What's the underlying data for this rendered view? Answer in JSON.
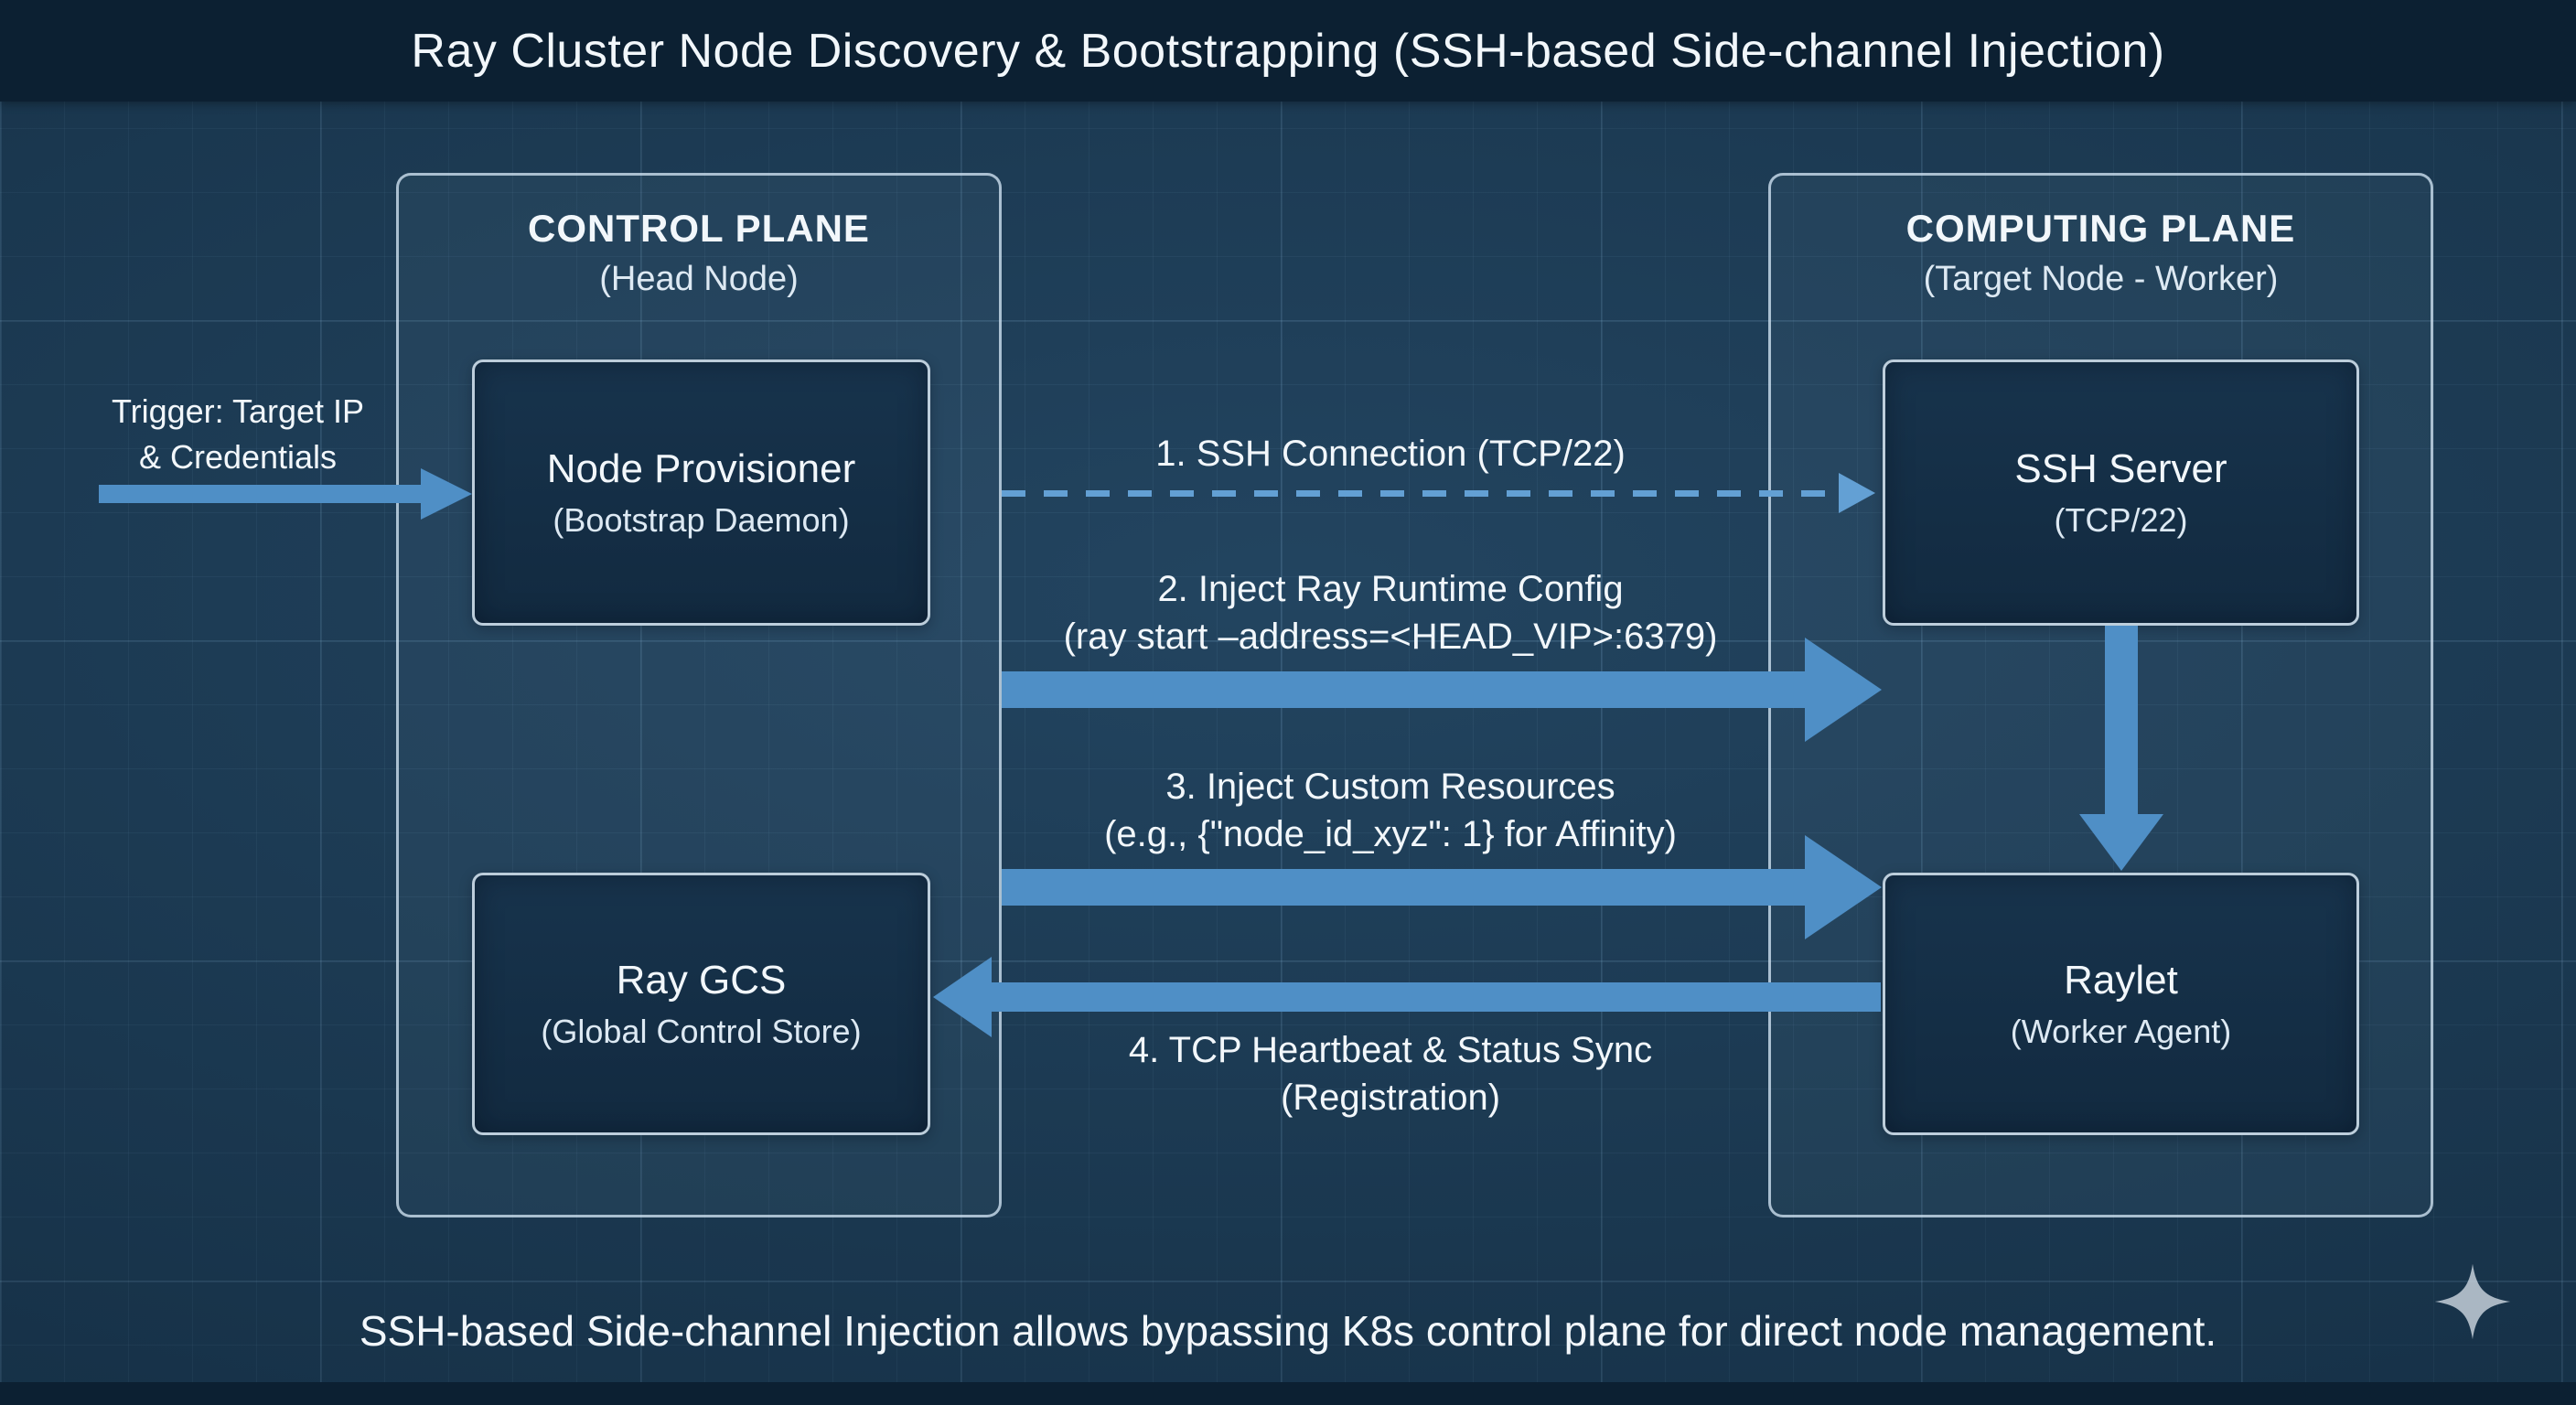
{
  "title": "Ray Cluster Node Discovery & Bootstrapping (SSH-based Side-channel Injection)",
  "trigger": {
    "line1": "Trigger: Target IP",
    "line2": "& Credentials"
  },
  "control_plane": {
    "title": "CONTROL PLANE",
    "subtitle": "(Head Node)",
    "node_provisioner": {
      "title": "Node Provisioner",
      "subtitle": "(Bootstrap Daemon)"
    },
    "ray_gcs": {
      "title": "Ray GCS",
      "subtitle": "(Global Control Store)"
    }
  },
  "computing_plane": {
    "title": "COMPUTING PLANE",
    "subtitle": "(Target Node - Worker)",
    "ssh_server": {
      "title": "SSH Server",
      "subtitle": "(TCP/22)"
    },
    "raylet": {
      "title": "Raylet",
      "subtitle": "(Worker Agent)"
    }
  },
  "flows": {
    "flow1": {
      "label": "1. SSH Connection (TCP/22)",
      "style": "dashed"
    },
    "flow2": {
      "line1": "2. Inject Ray Runtime Config",
      "line2": "(ray start –address=<HEAD_VIP>:6379)"
    },
    "flow3": {
      "line1": "3. Inject Custom Resources",
      "line2": "(e.g., {\"node_id_xyz\": 1} for Affinity)"
    },
    "flow4": {
      "line1": "4. TCP Heartbeat & Status Sync",
      "line2": "(Registration)"
    }
  },
  "footer": {
    "caption": "SSH-based Side-channel Injection allows bypassing K8s control plane for direct node management."
  },
  "colors": {
    "background": "#1a3a54",
    "header_bar": "#0c2032",
    "node_fill": "#142e44",
    "outline": "#d0e3f2",
    "arrow": "#4f8fc6",
    "dashed_arrow": "#63a0d4",
    "text": "#f2f7fb"
  }
}
